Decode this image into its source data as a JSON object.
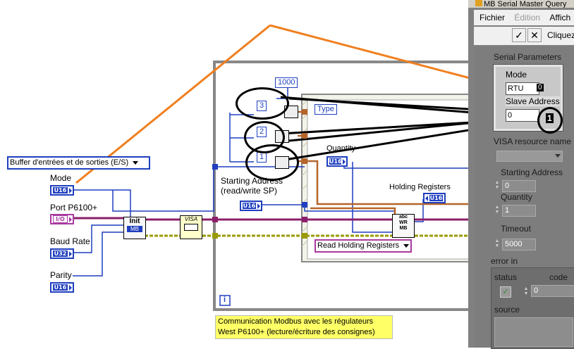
{
  "diagram": {
    "buffer_ring": "Buffer d'entrées et de sorties (E/S)",
    "controls": [
      {
        "label": "Mode",
        "type": "U16"
      },
      {
        "label": "Port P6100+",
        "type": "I/O"
      },
      {
        "label": "Baud Rate",
        "type": "U32"
      },
      {
        "label": "Parity",
        "type": "U16"
      }
    ],
    "init_label": "Init",
    "init_sub": "MB",
    "visa_label": "VISA",
    "constant_1000": "1000",
    "constants": [
      "3",
      "2",
      "1"
    ],
    "type_label": "Type",
    "quantity_label": "Quantity",
    "quantity_type": "U16",
    "starting_address_label": "Starting Address\n(read/write SP)",
    "starting_address_type": "U16",
    "holding_registers_label": "Holding Registers",
    "holding_registers_type": "U16",
    "rw_label": "abc\nWR\nMB",
    "read_holding_ring": "Read Holding Registers",
    "loop_index": "i",
    "comment": "Communication Modbus avec les régulateurs\nWest P6100+ (lecture/écriture des consignes)"
  },
  "window": {
    "title": "MB Serial Master Query",
    "menu": [
      "Fichier",
      "Édition",
      "Affich"
    ],
    "toolbar_label": "Cliquez"
  },
  "front_panel": {
    "serial_parameters": "Serial Parameters",
    "mode_label": "Mode",
    "mode_value": "RTU",
    "mode_index": "0",
    "slave_address_label": "Slave Address",
    "slave_address_value": "0",
    "slave_address_index": "1",
    "visa_resource_label": "VISA resource name",
    "starting_address_label": "Starting Address",
    "starting_address_value": "0",
    "quantity_label": "Quantity",
    "quantity_value": "1",
    "timeout_label": "Timeout",
    "timeout_value": "5000",
    "error_in_label": "error in",
    "status_label": "status",
    "code_label": "code",
    "code_value": "0",
    "source_label": "source"
  },
  "colors": {
    "wire_blue": "#1f3fbf",
    "wire_orange": "#b5652a",
    "wire_pink": "#8b1f6b",
    "wire_yellow": "#b8b800",
    "annotation_orange": "#f07f1f",
    "comment_bg": "#ffff66"
  }
}
